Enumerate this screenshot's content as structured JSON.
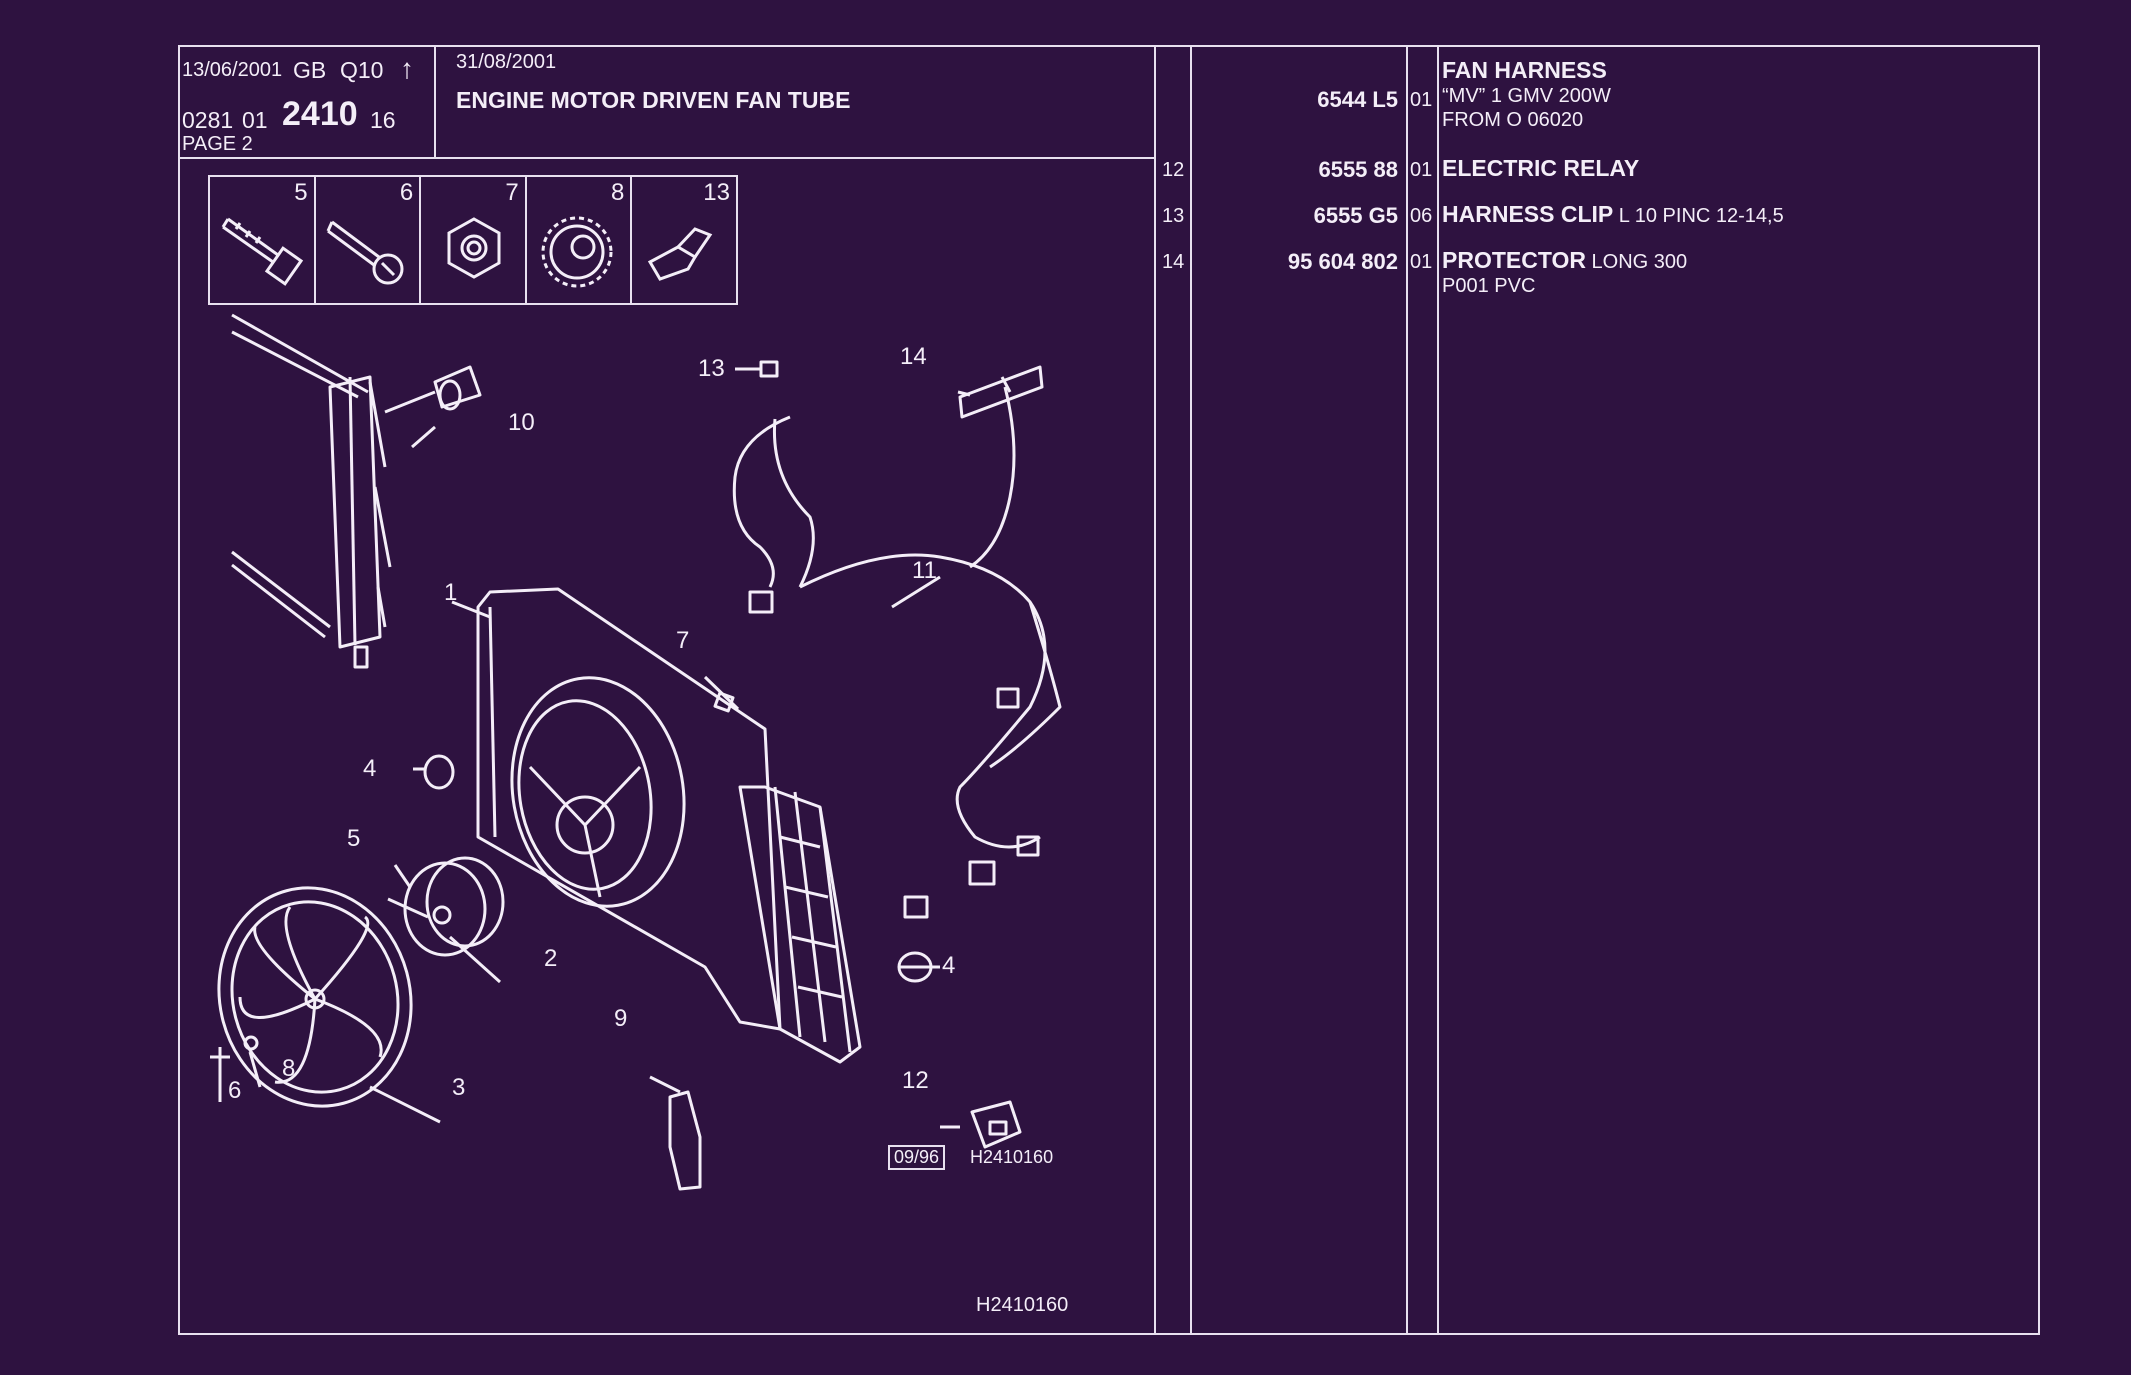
{
  "header": {
    "date": "13/06/2001",
    "lang": "GB",
    "code": "Q10",
    "arrow": "↑",
    "ref_a": "0281",
    "ref_b": "01",
    "group": "2410",
    "ref_c": "16",
    "page": "PAGE 2",
    "title_date": "31/08/2001",
    "title": "ENGINE MOTOR DRIVEN FAN TUBE"
  },
  "small_parts": [
    {
      "num": "5",
      "icon": "screw-icon"
    },
    {
      "num": "6",
      "icon": "screw-icon"
    },
    {
      "num": "7",
      "icon": "nut-icon"
    },
    {
      "num": "8",
      "icon": "washer-icon"
    },
    {
      "num": "13",
      "icon": "clip-icon"
    }
  ],
  "callouts": [
    "1",
    "2",
    "3",
    "4",
    "4",
    "5",
    "6",
    "7",
    "8",
    "9",
    "10",
    "11",
    "12",
    "13",
    "14"
  ],
  "diagram": {
    "stamp": "09/96",
    "drawing_code": "H2410160",
    "footer_code": "H2410160"
  },
  "parts": [
    {
      "idx": "",
      "ref": "6544 L5",
      "qty": "01",
      "name": "FAN HARNESS",
      "name_extra": "",
      "lines": [
        "“MV” 1 GMV 200W",
        "FROM  O  06020"
      ]
    },
    {
      "idx": "12",
      "ref": "6555 88",
      "qty": "01",
      "name": "ELECTRIC RELAY",
      "name_extra": "",
      "lines": []
    },
    {
      "idx": "13",
      "ref": "6555 G5",
      "qty": "06",
      "name": "HARNESS CLIP",
      "name_extra": " L 10 PINC 12-14,5",
      "lines": []
    },
    {
      "idx": "14",
      "ref": "95 604 802",
      "qty": "01",
      "name": "PROTECTOR",
      "name_extra": " LONG 300",
      "lines": [
        "P001 PVC"
      ]
    }
  ]
}
